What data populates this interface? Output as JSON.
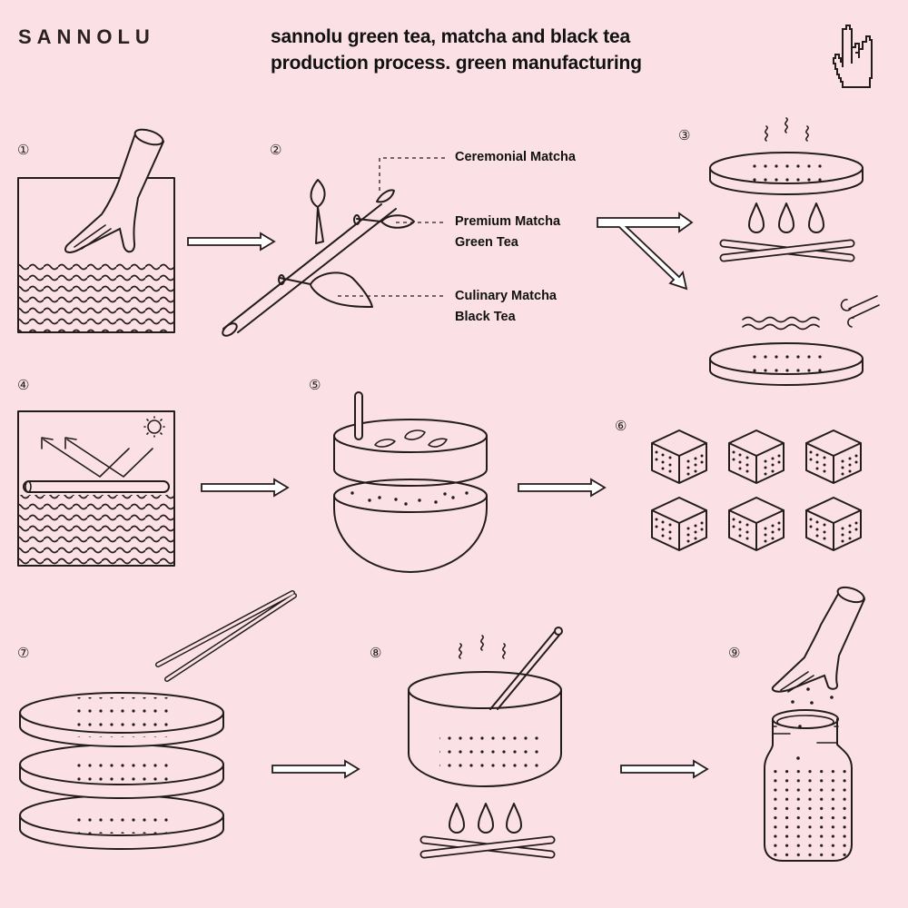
{
  "header": {
    "brand": "SANNOLU",
    "title_line1": "sannolu green tea, matcha and black tea",
    "title_line2": "production process. green manufacturing",
    "icon": "rock-hand-cursor-icon"
  },
  "steps": [
    {
      "number": "①",
      "description": "hand picking leaves from water basin"
    },
    {
      "number": "②",
      "description": "tea branch with leaf grades"
    },
    {
      "number": "③",
      "description": "steaming over fire and drying with air"
    },
    {
      "number": "④",
      "description": "sun drying over water"
    },
    {
      "number": "⑤",
      "description": "grinding in stone mill"
    },
    {
      "number": "⑥",
      "description": "pressed cubes"
    },
    {
      "number": "⑦",
      "description": "stacked trays with tongs"
    },
    {
      "number": "⑧",
      "description": "boiling pot over fire"
    },
    {
      "number": "⑨",
      "description": "sprinkling into jar"
    }
  ],
  "branch_labels": {
    "ceremonial": "Ceremonial Matcha",
    "premium_line1": "Premium Matcha",
    "premium_line2": "Green Tea",
    "culinary_line1": "Culinary Matcha",
    "culinary_line2": "Black Tea"
  },
  "colors": {
    "background": "#fbe1e6",
    "ink": "#231c1d",
    "arrow_fill": "#ffffff"
  }
}
